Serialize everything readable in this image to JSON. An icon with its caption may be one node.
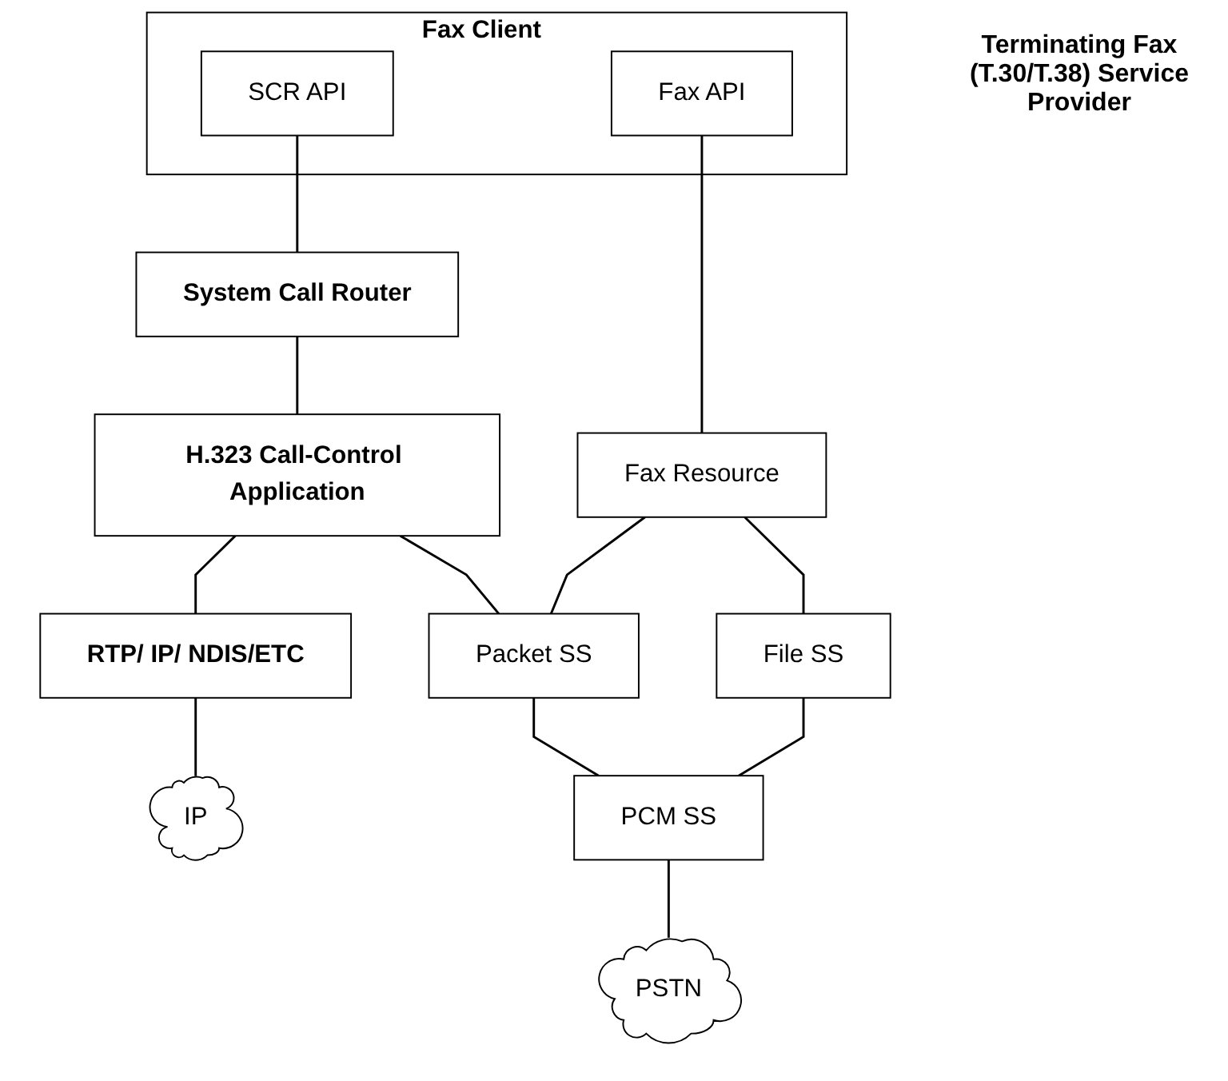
{
  "diagram": {
    "nodes": [
      {
        "text": [
          "Fax Client"
        ]
      },
      {
        "text": [
          "SCR API"
        ],
        "in": 0
      },
      {
        "text": [
          "Fax API"
        ],
        "in": 0
      },
      {
        "text": [
          "System Call Router"
        ]
      },
      {
        "text": [
          "H.323 Call-Control Application"
        ]
      },
      {
        "text": [
          "RTP/ IP/ NDIS/ETC"
        ]
      },
      {
        "text": [
          "IP"
        ]
      },
      {
        "text": [
          "Fax Resource"
        ]
      },
      {
        "text": [
          "Packet SS"
        ]
      },
      {
        "text": [
          "File SS"
        ]
      },
      {
        "text": [
          "PCM SS"
        ]
      },
      {
        "text": [
          "PSTN"
        ]
      }
    ],
    "edges": [
      {
        "from": 1,
        "to": 3,
        "arrow": "none"
      },
      {
        "from": 2,
        "to": 7,
        "arrow": "none"
      },
      {
        "from": 3,
        "to": 4,
        "arrow": "none"
      },
      {
        "from": 4,
        "to": 5,
        "arrow": "none"
      },
      {
        "from": 5,
        "to": 6,
        "arrow": "none"
      },
      {
        "from": 4,
        "to": 8,
        "arrow": "none"
      },
      {
        "from": 7,
        "to": 8,
        "arrow": "none"
      },
      {
        "from": 7,
        "to": 9,
        "arrow": "none"
      },
      {
        "from": 8,
        "to": 10,
        "arrow": "none"
      },
      {
        "from": 9,
        "to": 10,
        "arrow": "none"
      },
      {
        "from": 10,
        "to": 11,
        "arrow": "none"
      }
    ],
    "labels": [
      "Terminating Fax (T.30/T.38) Service Provider"
    ]
  }
}
